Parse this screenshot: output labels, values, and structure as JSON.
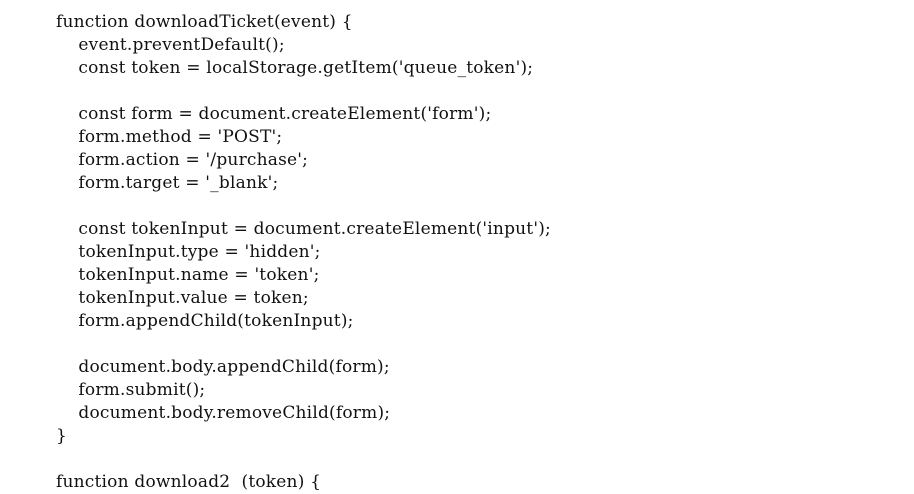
{
  "editor": {
    "lines": [
      "function downloadTicket(event) {",
      "    event.preventDefault();",
      "    const token = localStorage.getItem('queue_token');",
      "",
      "    const form = document.createElement('form');",
      "    form.method = 'POST';",
      "    form.action = '/purchase';",
      "    form.target = '_blank';",
      "",
      "    const tokenInput = document.createElement('input');",
      "    tokenInput.type = 'hidden';",
      "    tokenInput.name = 'token';",
      "    tokenInput.value = token;",
      "    form.appendChild(tokenInput);",
      "",
      "    document.body.appendChild(form);",
      "    form.submit();",
      "    document.body.removeChild(form);",
      "}",
      "",
      "function download2  (token) {"
    ]
  }
}
